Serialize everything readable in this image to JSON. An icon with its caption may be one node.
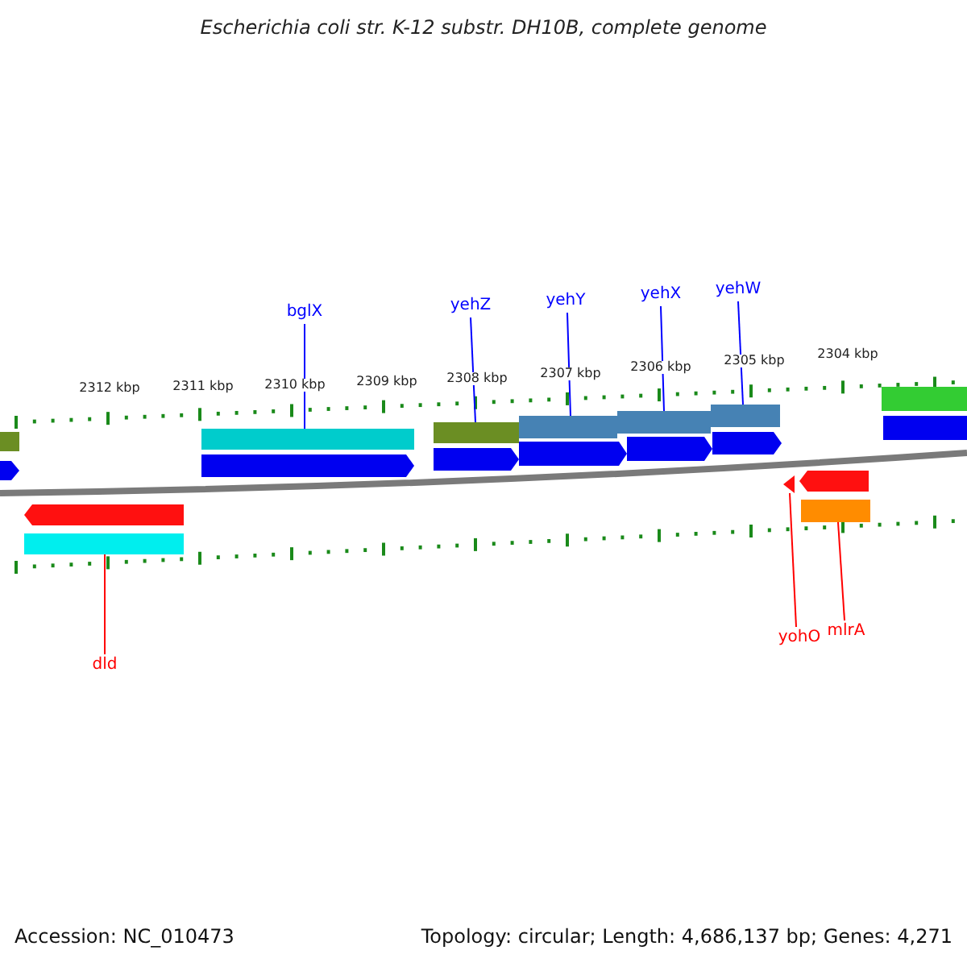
{
  "diagram": {
    "title": "Escherichia coli str. K-12 substr. DH10B, complete genome",
    "nodes": [
      {
        "text": [
          "bglX"
        ]
      },
      {
        "text": [],
        "shape": "bar"
      },
      {
        "text": [
          "yehZ"
        ]
      },
      {
        "text": [],
        "shape": "bar"
      },
      {
        "text": [
          "yehY"
        ]
      },
      {
        "text": [],
        "shape": "bar"
      },
      {
        "text": [
          "yehX"
        ]
      },
      {
        "text": [],
        "shape": "bar"
      },
      {
        "text": [
          "yehW"
        ]
      },
      {
        "text": [],
        "shape": "bar"
      },
      {
        "text": [
          "dld"
        ]
      },
      {
        "text": [],
        "shape": "bar"
      },
      {
        "text": [
          "yohO"
        ]
      },
      {
        "text": [],
        "shape": "triangle"
      },
      {
        "text": [
          "mlrA"
        ]
      },
      {
        "text": [],
        "shape": "bar"
      }
    ],
    "edges": [
      {
        "from": 0,
        "to": 1,
        "arrow": "none"
      },
      {
        "from": 2,
        "to": 3,
        "arrow": "none"
      },
      {
        "from": 4,
        "to": 5,
        "arrow": "none"
      },
      {
        "from": 6,
        "to": 7,
        "arrow": "none"
      },
      {
        "from": 8,
        "to": 9,
        "arrow": "none"
      },
      {
        "from": 10,
        "to": 11,
        "arrow": "none",
        "color": "#ff0000"
      },
      {
        "from": 12,
        "to": 13,
        "arrow": "none",
        "color": "#ff0000"
      },
      {
        "from": 14,
        "to": 15,
        "arrow": "none",
        "color": "#ff0000"
      }
    ],
    "labels": [
      "2312 kbp",
      "2311 kbp",
      "2310 kbp",
      "2309 kbp",
      "2308 kbp",
      "2307 kbp",
      "2306 kbp",
      "2305 kbp",
      "2304 kbp",
      "Accession: NC_010473",
      "Topology: circular; Length: 4,686,137 bp; Genes: 4,271"
    ]
  }
}
